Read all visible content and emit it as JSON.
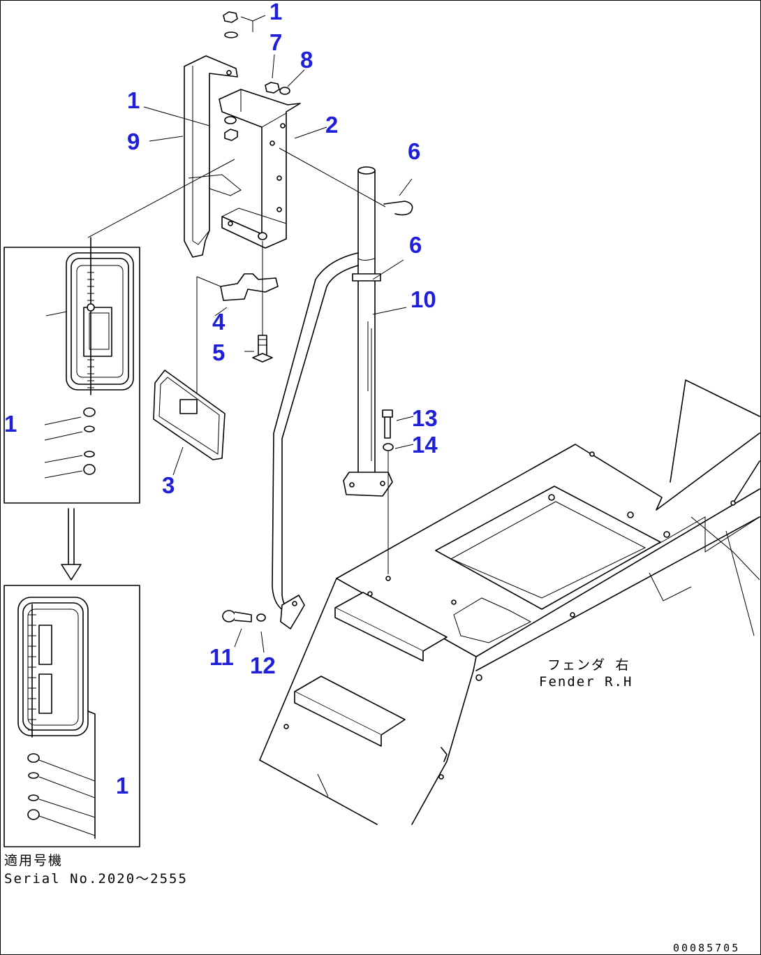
{
  "diagram": {
    "callouts": [
      {
        "id": "c1a",
        "text": "1"
      },
      {
        "id": "c7",
        "text": "7"
      },
      {
        "id": "c8",
        "text": "8"
      },
      {
        "id": "c1b",
        "text": "1"
      },
      {
        "id": "c9",
        "text": "9"
      },
      {
        "id": "c2",
        "text": "2"
      },
      {
        "id": "c6a",
        "text": "6"
      },
      {
        "id": "c6b",
        "text": "6"
      },
      {
        "id": "c10",
        "text": "10"
      },
      {
        "id": "c4",
        "text": "4"
      },
      {
        "id": "c5",
        "text": "5"
      },
      {
        "id": "c13",
        "text": "13"
      },
      {
        "id": "c14",
        "text": "14"
      },
      {
        "id": "c1c",
        "text": "1"
      },
      {
        "id": "c3",
        "text": "3"
      },
      {
        "id": "c11",
        "text": "11"
      },
      {
        "id": "c12",
        "text": "12"
      },
      {
        "id": "c1d",
        "text": "1"
      }
    ],
    "fender_label_jp": "フェンダ 右",
    "fender_label_en": "Fender R.H",
    "serial_label_jp": "適用号機",
    "serial_label_en": "Serial No.2020～2555",
    "drawing_code": "00085705"
  }
}
